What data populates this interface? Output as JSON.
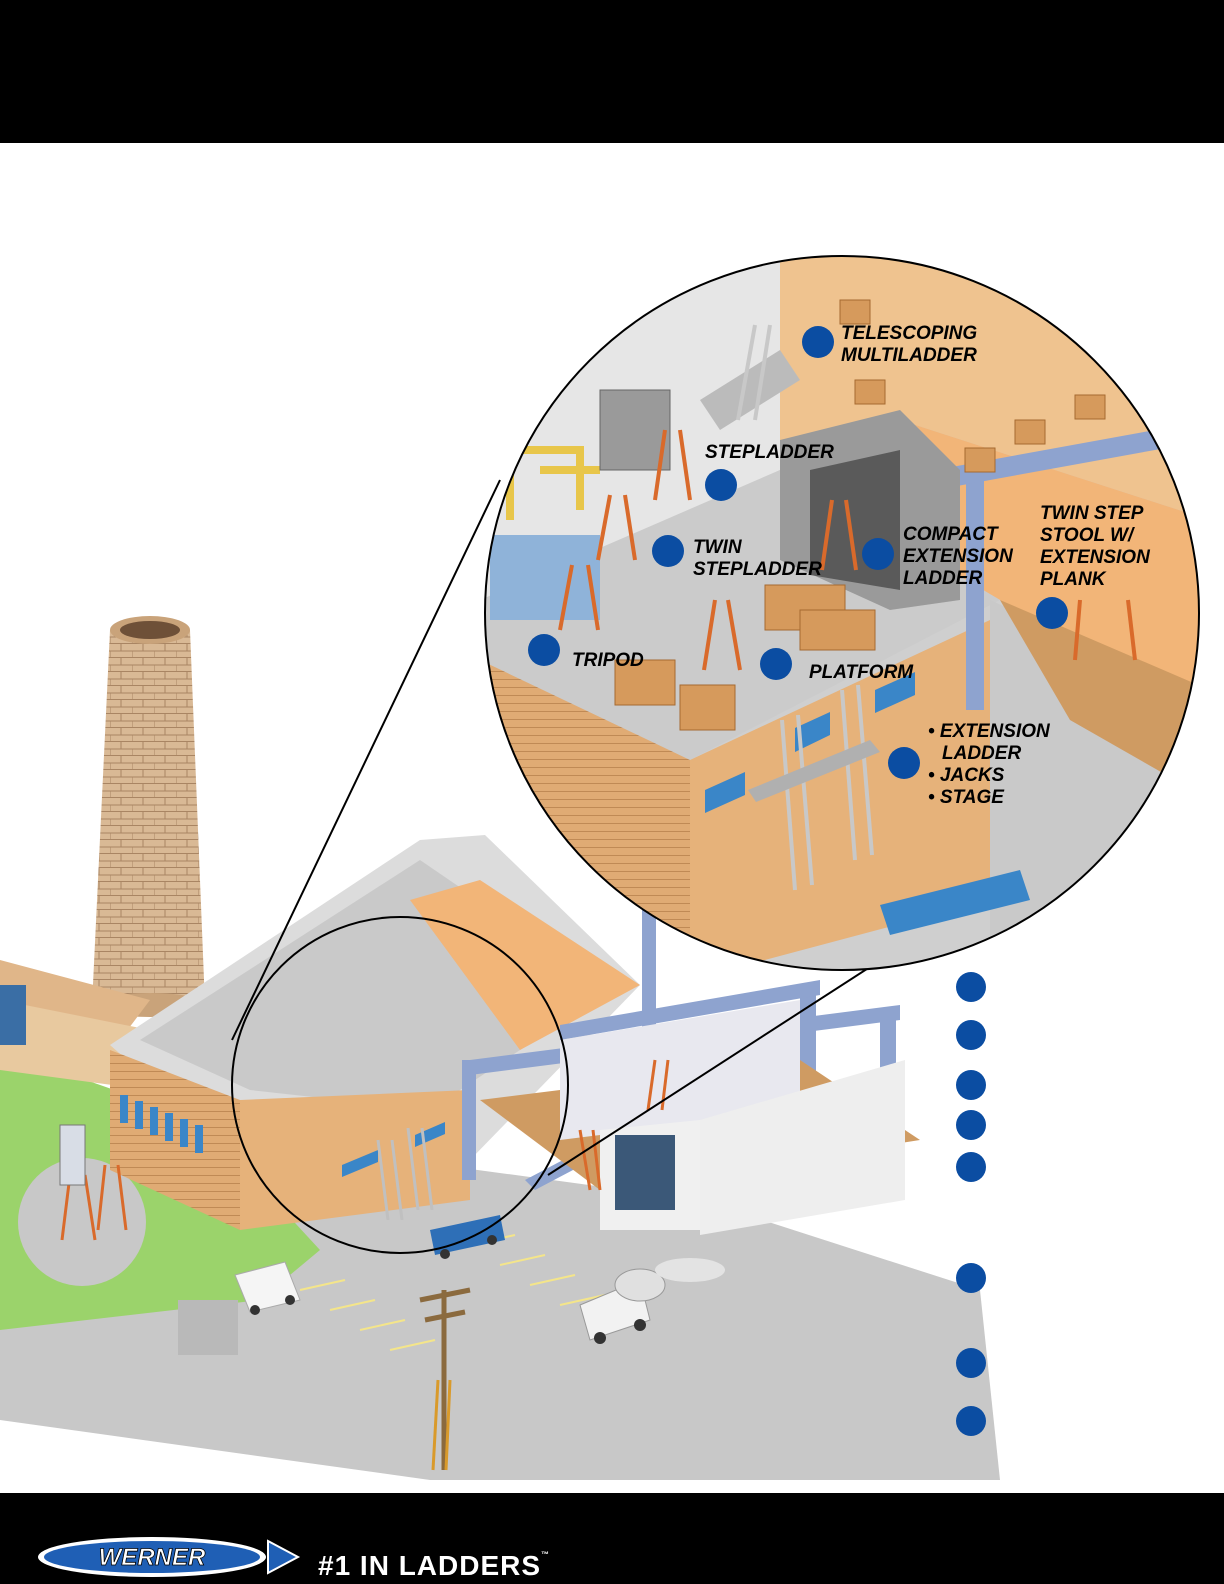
{
  "brand": {
    "logo_text": "WERNER",
    "tagline": "#1 IN LADDERS",
    "tagline_mark": "™"
  },
  "callouts": [
    {
      "lines": [
        "TELESCOPING",
        "MULTILADDER"
      ]
    },
    {
      "lines": [
        "STEPLADDER"
      ]
    },
    {
      "lines": [
        "TWIN",
        "STEPLADDER"
      ]
    },
    {
      "lines": [
        "COMPACT",
        "EXTENSION",
        "LADDER"
      ]
    },
    {
      "lines": [
        "TWIN STEP",
        "STOOL W/",
        "EXTENSION",
        "PLANK"
      ]
    },
    {
      "lines": [
        "TRIPOD"
      ]
    },
    {
      "lines": [
        "PLATFORM"
      ]
    },
    {
      "lines": [
        "• EXTENSION",
        "LADDER",
        "• JACKS",
        "• STAGE"
      ]
    }
  ],
  "colors": {
    "marker_blue": "#0b4da2",
    "wall_tan": "#e6b27a",
    "floor_orange": "#f2b578",
    "floor_gray": "#cfcfcf",
    "steel_blue": "#8ea3cf",
    "lawn_green": "#9bd36b",
    "ladder_orange": "#d96a2b"
  }
}
